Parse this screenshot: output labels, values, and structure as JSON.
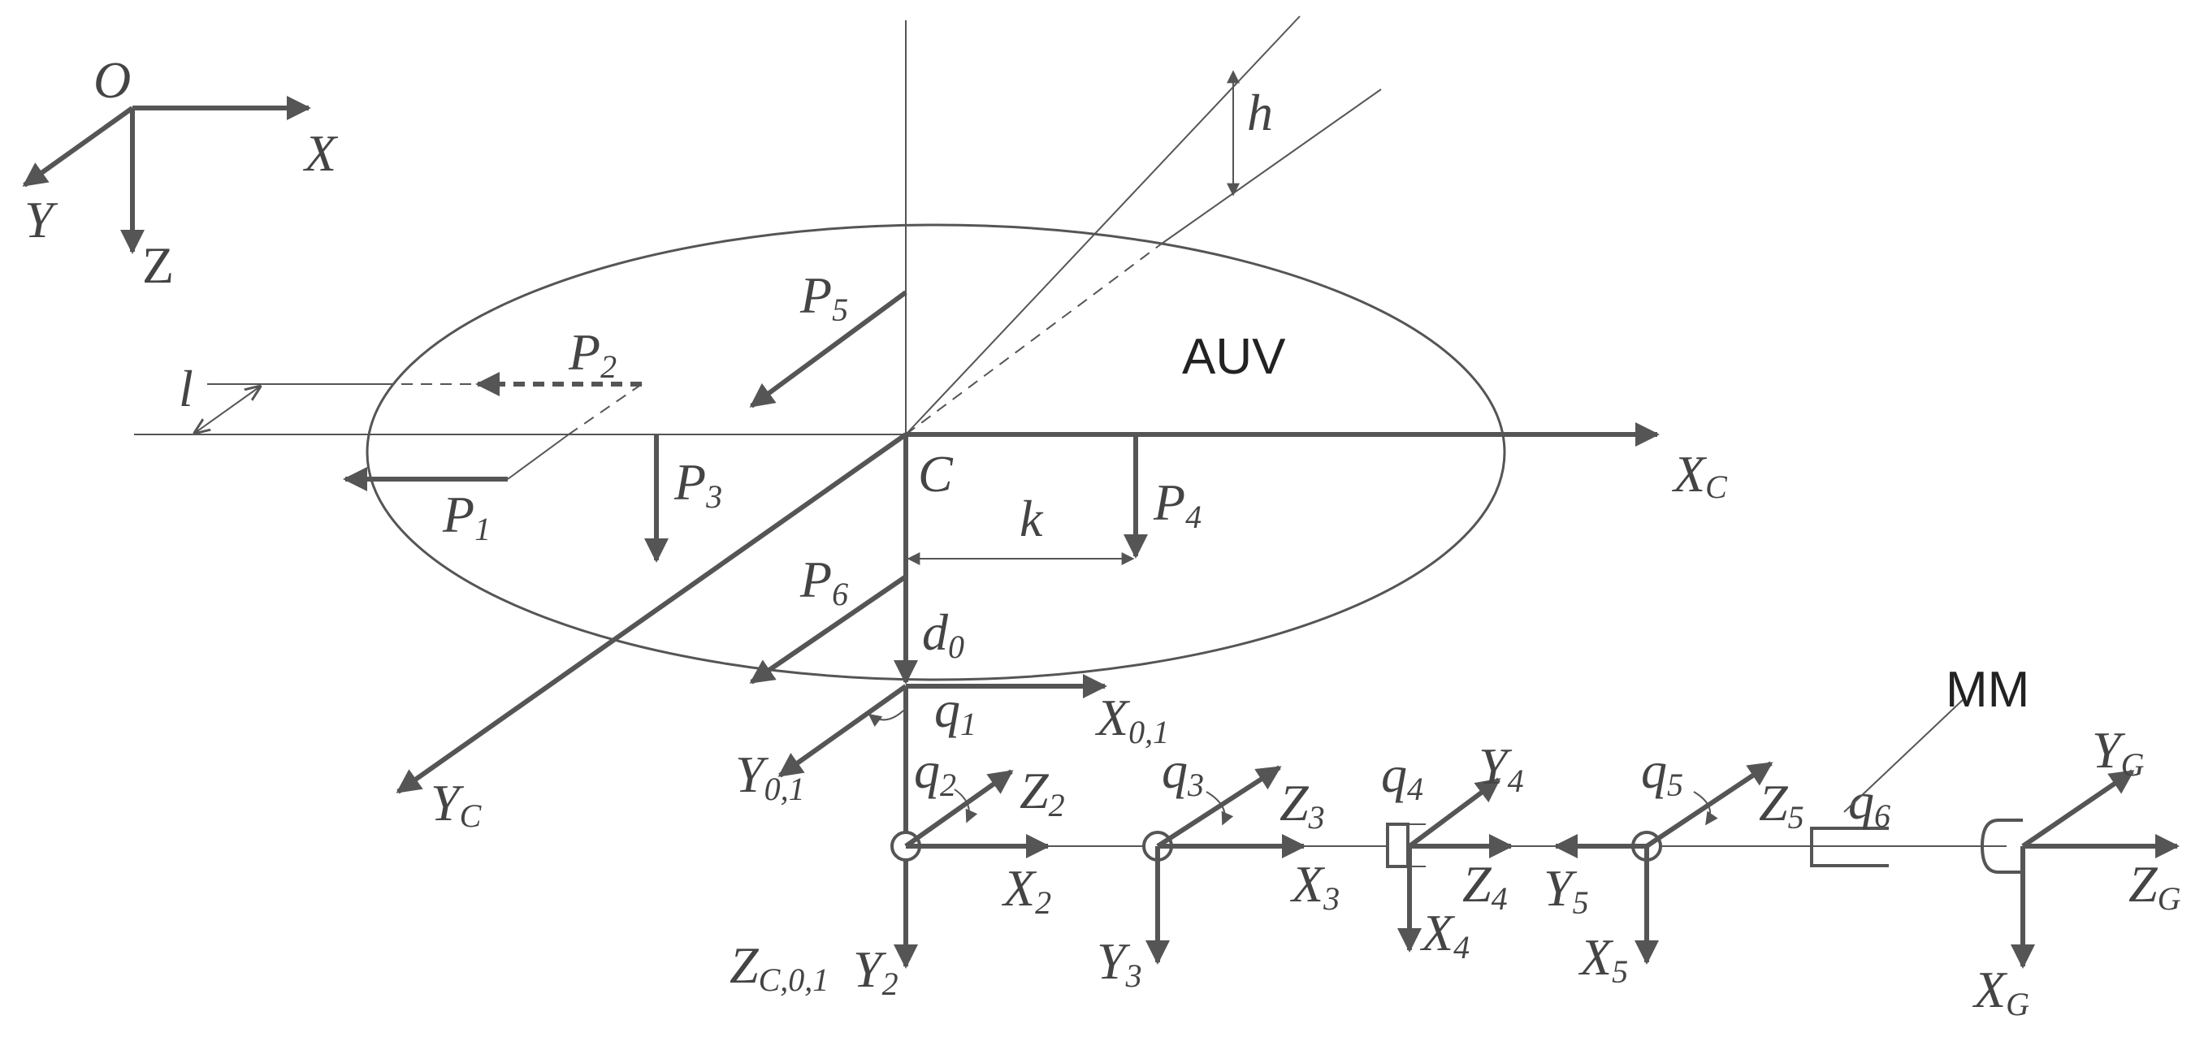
{
  "labels": {
    "O": "O",
    "X": "X",
    "Y": "Y",
    "Z": "Z",
    "h": "h",
    "l": "l",
    "k": "k",
    "AUV": "AUV",
    "MM": "MM",
    "C": "C",
    "P": "P",
    "P1": "1",
    "P2": "2",
    "P3": "3",
    "P4": "4",
    "P5": "5",
    "P6": "6",
    "XC": "C",
    "YC": "C",
    "d": "d",
    "d0": "0",
    "q": "q",
    "q1": "1",
    "q2": "2",
    "q3": "3",
    "q4": "4",
    "q5": "5",
    "q6": "6",
    "X01": "0,1",
    "Y01": "0,1",
    "ZC01": "C,0,1",
    "n2": "2",
    "n3": "3",
    "n4": "4",
    "n5": "5",
    "G": "G"
  },
  "colors": {
    "stroke": "#555555",
    "text": "#444444",
    "background": "#ffffff"
  }
}
